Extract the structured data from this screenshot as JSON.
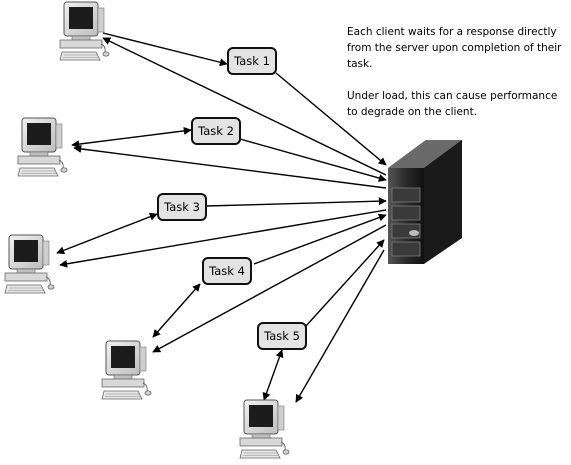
{
  "description": {
    "paragraphs": [
      "Each client waits for a response directly from the server upon completion of their task.",
      "Under load, this can cause performance to degrade on the client."
    ]
  },
  "tasks": [
    {
      "label": "Task 1"
    },
    {
      "label": "Task 2"
    },
    {
      "label": "Task 3"
    },
    {
      "label": "Task 4"
    },
    {
      "label": "Task 5"
    }
  ],
  "colors": {
    "arrow": "#000000",
    "task_fill": "#e3e3e3",
    "task_border": "#111111",
    "server_body": "#2a2a2a",
    "computer_shell": "#dcdcdc",
    "computer_screen": "#1c1c1c"
  },
  "icons": {
    "client": "desktop-computer-icon",
    "server": "server-tower-icon"
  }
}
